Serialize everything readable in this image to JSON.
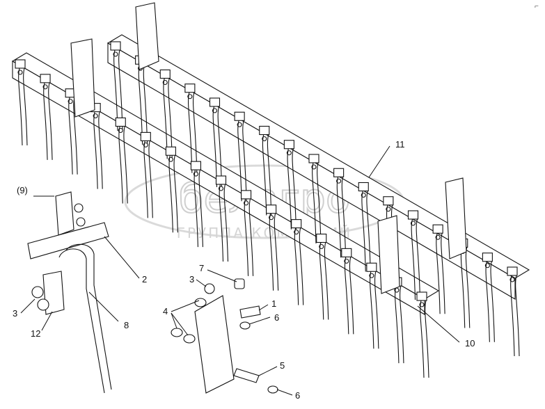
{
  "watermark": {
    "brand": "белагро",
    "subtitle": "ГРУППА КОМПАНИЙ"
  },
  "corner_mark": "⌐",
  "callouts": [
    {
      "id": "c11",
      "text": "11"
    },
    {
      "id": "c9",
      "text": "(9)"
    },
    {
      "id": "c2",
      "text": "2"
    },
    {
      "id": "c3a",
      "text": "3"
    },
    {
      "id": "c12",
      "text": "12"
    },
    {
      "id": "c8",
      "text": "8"
    },
    {
      "id": "c7",
      "text": "7"
    },
    {
      "id": "c3b",
      "text": "3"
    },
    {
      "id": "c4",
      "text": "4"
    },
    {
      "id": "c1",
      "text": "1"
    },
    {
      "id": "c6a",
      "text": "6"
    },
    {
      "id": "c10",
      "text": "10"
    },
    {
      "id": "c5",
      "text": "5"
    },
    {
      "id": "c6b",
      "text": "6"
    }
  ]
}
